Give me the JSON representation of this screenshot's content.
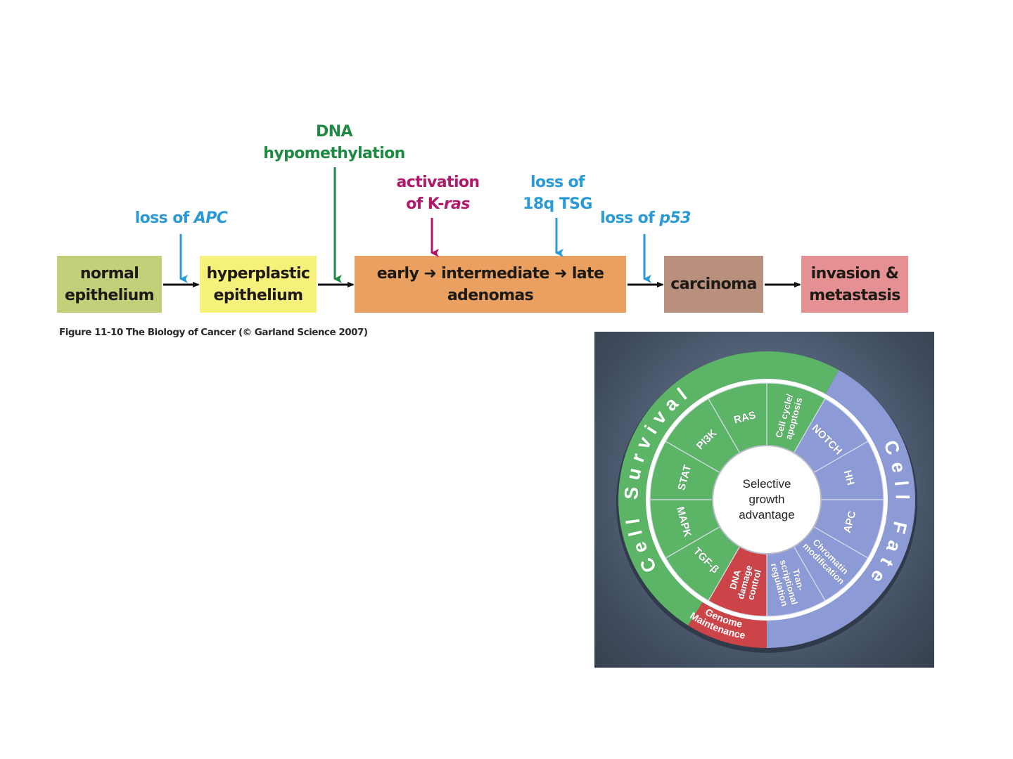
{
  "flowchart": {
    "stages": [
      {
        "id": "normal",
        "lines": [
          "normal",
          "epithelium"
        ],
        "color": "#c3d07a"
      },
      {
        "id": "hyperplastic",
        "lines": [
          "hyperplastic",
          "epithelium"
        ],
        "color": "#f5f17a"
      },
      {
        "id": "adenomas",
        "lines": [
          "early→ intermediate → late",
          "adenomas"
        ],
        "color": "#e9a060"
      },
      {
        "id": "carcinoma",
        "lines": [
          "carcinoma"
        ],
        "color": "#b98f7e"
      },
      {
        "id": "invasion",
        "lines": [
          "invasion &",
          "metastasis"
        ],
        "color": "#e59093"
      }
    ],
    "adenoma_parts": {
      "early": "early",
      "intermediate": "intermediate",
      "late": "late",
      "sub": "adenomas"
    },
    "events": [
      {
        "id": "loss-apc",
        "lines": [
          "loss of ",
          "APC"
        ],
        "color": "#2a9ad6"
      },
      {
        "id": "dna-hypomethylation",
        "lines": [
          "DNA",
          "hypomethylation"
        ],
        "color": "#1f8a43"
      },
      {
        "id": "activation-kras",
        "lines": [
          "activation",
          "of K-",
          "ras"
        ],
        "color": "#b0186a"
      },
      {
        "id": "loss-18q",
        "lines": [
          "loss of",
          "18q TSG"
        ],
        "color": "#2a9ad6"
      },
      {
        "id": "loss-p53",
        "lines": [
          "loss of ",
          "p53"
        ],
        "color": "#2a9ad6"
      }
    ],
    "caption": "Figure 11-10  The Biology of Cancer (© Garland Science 2007)"
  },
  "wheel": {
    "center_label": [
      "Selective",
      "growth",
      "advantage"
    ],
    "outer_ring": [
      {
        "name": "Cell Survival",
        "text": "Cell Survival",
        "color": "#5cb466",
        "start_deg": 212,
        "end_deg": 389
      },
      {
        "name": "Cell Fate",
        "text": "Cell Fate",
        "color": "#8c9ad6",
        "start_deg": 29,
        "end_deg": 180
      },
      {
        "name": "Genome Maintenance",
        "text": [
          "Genome",
          "Maintenance"
        ],
        "color": "#cc4447",
        "start_deg": 180,
        "end_deg": 212
      }
    ],
    "segments": [
      {
        "label": [
          "Cell cycle/",
          "apoptosis"
        ],
        "group": "survival",
        "color": "#5cb466"
      },
      {
        "label": [
          "NOTCH"
        ],
        "group": "fate",
        "color": "#8c9ad6"
      },
      {
        "label": [
          "HH"
        ],
        "group": "fate",
        "color": "#8c9ad6"
      },
      {
        "label": [
          "APC"
        ],
        "group": "fate",
        "color": "#8c9ad6"
      },
      {
        "label": [
          "Chromatin",
          "modification"
        ],
        "group": "fate",
        "color": "#8c9ad6"
      },
      {
        "label": [
          "Tran-",
          "scriptional",
          "regulation"
        ],
        "group": "fate",
        "color": "#8c9ad6"
      },
      {
        "label": [
          "DNA",
          "damage",
          "control"
        ],
        "group": "genome",
        "color": "#cc4447"
      },
      {
        "label": [
          "TGF-β"
        ],
        "group": "survival",
        "color": "#5cb466"
      },
      {
        "label": [
          "MAPK"
        ],
        "group": "survival",
        "color": "#5cb466"
      },
      {
        "label": [
          "STAT"
        ],
        "group": "survival",
        "color": "#5cb466"
      },
      {
        "label": [
          "PI3K"
        ],
        "group": "survival",
        "color": "#5cb466"
      },
      {
        "label": [
          "RAS"
        ],
        "group": "survival",
        "color": "#5cb466"
      }
    ]
  }
}
